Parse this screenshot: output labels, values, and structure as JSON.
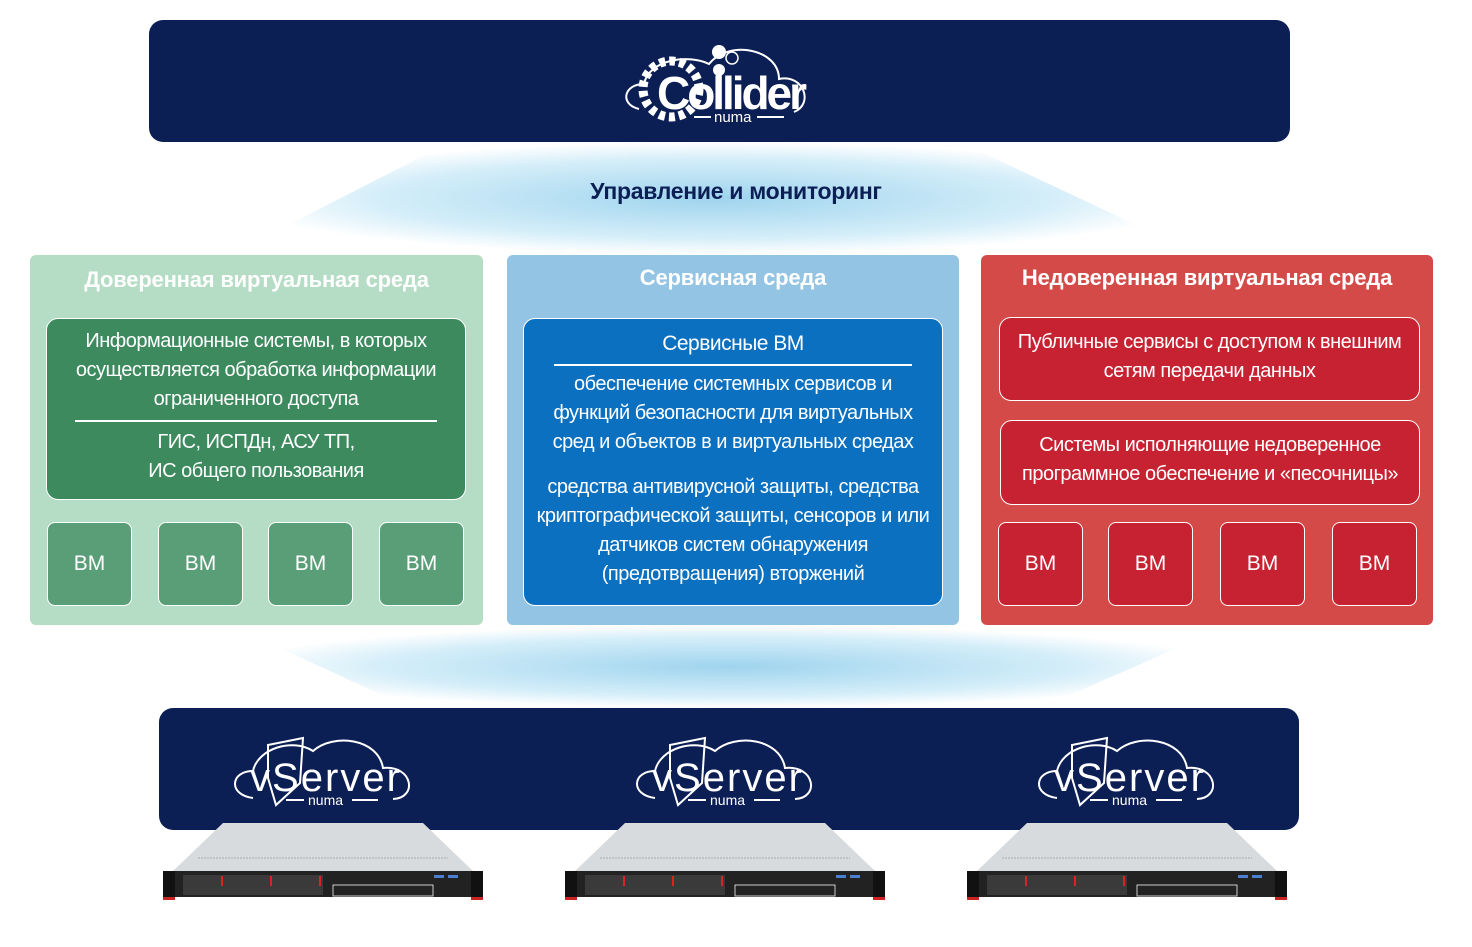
{
  "header": {
    "logo_text": "Collider",
    "logo_sub": "numa"
  },
  "title": "Управление и мониторинг",
  "trusted": {
    "title": "Доверенная виртуальная среда",
    "box_text": "Информационные системы, в которых осуществляется обработка информации ограниченного доступа",
    "box_examples_1": "ГИС, ИСПДн, АСУ ТП,",
    "box_examples_2": "ИС общего пользования",
    "vms": [
      "ВМ",
      "ВМ",
      "ВМ",
      "ВМ"
    ]
  },
  "service": {
    "title": "Сервисная среда",
    "box_title": "Сервисные ВМ",
    "text_1": "обеспечение системных сервисов и функций безопасности для виртуальных сред и объектов в и виртуальных средах",
    "text_2": "средства антивирусной защиты, средства криптографической защиты, сенсоров и или датчиков систем обнаружения (предотвращения) вторжений"
  },
  "untrusted": {
    "title": "Недоверенная виртуальная среда",
    "box_1": "Публичные сервисы  с доступом к внешним сетям передачи данных",
    "box_2": "Системы исполняющие недоверенное программное обеспечение  и «песочницы»",
    "vms": [
      "ВМ",
      "ВМ",
      "ВМ",
      "ВМ"
    ]
  },
  "servers": [
    {
      "logo_text": "vServer",
      "logo_sub": "numa"
    },
    {
      "logo_text": "vServer",
      "logo_sub": "numa"
    },
    {
      "logo_text": "vServer",
      "logo_sub": "numa"
    }
  ],
  "colors": {
    "navy": "#0c1f55",
    "trusted": "#b5dcc4",
    "trusted_box": "#3d8a5f",
    "service": "#94c4e4",
    "service_box": "#0b70c0",
    "untrusted": "#d44a48",
    "untrusted_box": "#c72232"
  }
}
